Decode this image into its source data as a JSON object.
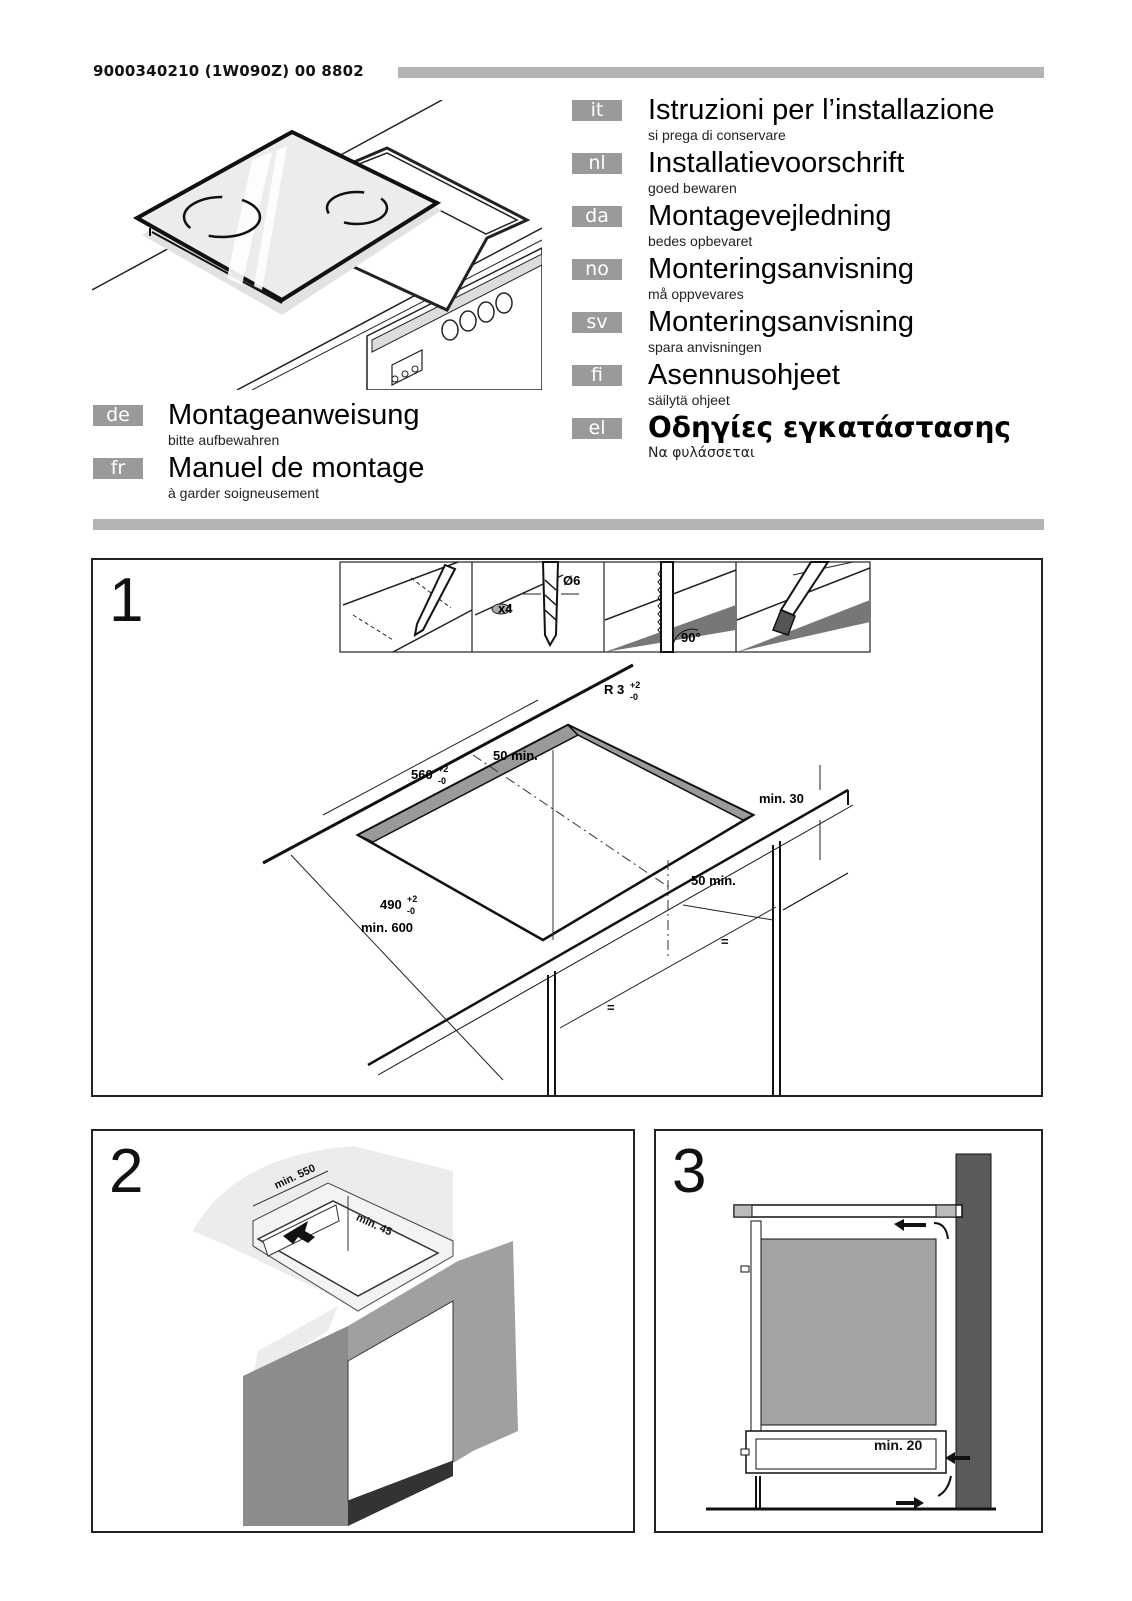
{
  "header": {
    "doc_number": "9000340210 (1W090Z) 00  8802"
  },
  "languages_left": [
    {
      "code": "de",
      "title": "Montageanweisung",
      "subtitle": "bitte aufbewahren"
    },
    {
      "code": "fr",
      "title": "Manuel de montage",
      "subtitle": "à garder soigneusement"
    }
  ],
  "languages_right": [
    {
      "code": "it",
      "title": "Istruzioni per l’installazione",
      "subtitle": "si prega di conservare"
    },
    {
      "code": "nl",
      "title": "Installatievoorschrift",
      "subtitle": "goed bewaren"
    },
    {
      "code": "da",
      "title": "Montagevejledning",
      "subtitle": "bedes opbevaret"
    },
    {
      "code": "no",
      "title": "Monteringsanvisning",
      "subtitle": "må oppvevares"
    },
    {
      "code": "sv",
      "title": "Monteringsanvisning",
      "subtitle": "spara anvisningen"
    },
    {
      "code": "fi",
      "title": "Asennusohjeet",
      "subtitle": "säilytä ohjeet"
    },
    {
      "code": "el",
      "title": "Οδηγίες  εγκατάστασης",
      "subtitle": "Να  φυλάσσεται"
    }
  ],
  "steps": {
    "step1": {
      "number": "1",
      "tools": {
        "drill_diameter": "Ø6",
        "quantity": "x4",
        "angle": "90°"
      },
      "dims": {
        "radius": "R 3",
        "radius_tol_plus": "+2",
        "radius_tol_minus": "-0",
        "width": "560",
        "width_tol_plus": "+2",
        "width_tol_minus": "-0",
        "depth": "490",
        "depth_tol_plus": "+2",
        "depth_tol_minus": "-0",
        "margin_back": "50 min.",
        "margin_front": "50 min.",
        "thickness": "min. 30",
        "worktop": "min. 600",
        "equal": "="
      }
    },
    "step2": {
      "number": "2",
      "dims": {
        "width": "min. 550",
        "depth": "min. 45"
      }
    },
    "step3": {
      "number": "3",
      "dims": {
        "gap": "min. 20"
      }
    }
  }
}
